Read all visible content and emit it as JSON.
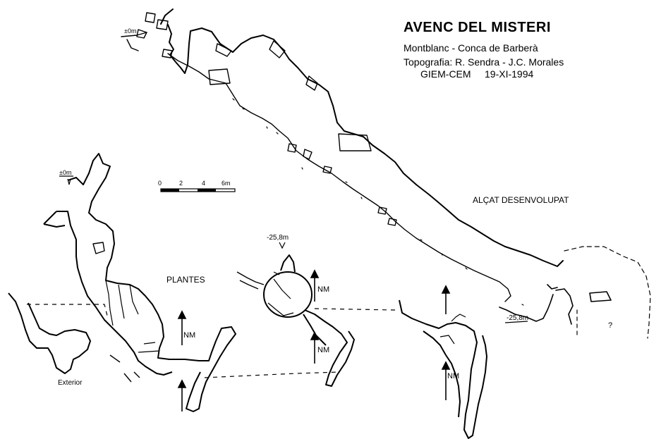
{
  "header": {
    "title": "AVENC DEL MISTERI",
    "location": "Montblanc - Conca de Barberà",
    "survey": "Topografia: R. Sendra - J.C. Morales",
    "group_date": "GIEM-CEM     19-XI-1994"
  },
  "scale": {
    "ticks": [
      "0",
      "2",
      "4",
      "6m"
    ]
  },
  "labels": {
    "elevation_view": "ALÇAT DESENVOLUPAT",
    "plan_view": "PLANTES",
    "north": "NM",
    "entrance_depth": "±0m",
    "bottom_depth": "-25,8m",
    "exterior": "Exterior",
    "unknown": "?"
  },
  "colors": {
    "ink": "#000000",
    "paper": "#ffffff"
  }
}
